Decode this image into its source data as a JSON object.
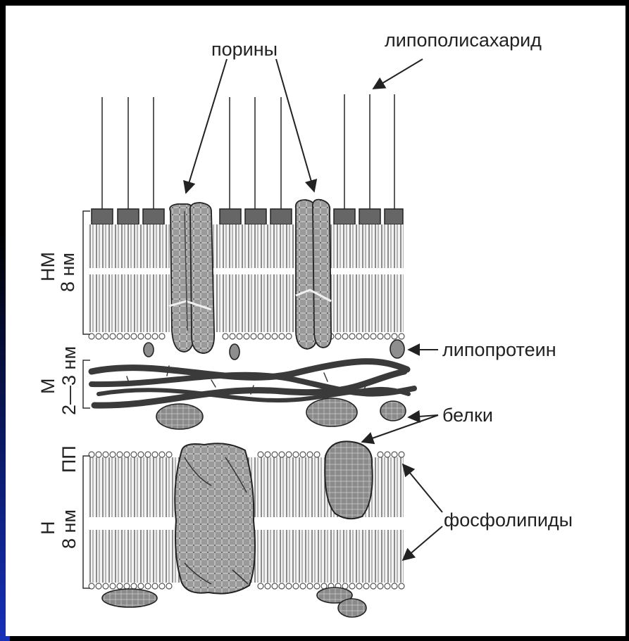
{
  "labels": {
    "porins": "порины",
    "lps": "липополисахарид",
    "lipoprotein": "липопротеин",
    "proteins": "белки",
    "phospholipids": "фосфолипиды"
  },
  "side_labels": {
    "outer_membrane": "НМ",
    "outer_thickness": "8 нм",
    "murein": "М",
    "murein_thickness": "2—3 нм",
    "periplasm": "ПП",
    "inner_membrane": "Н",
    "inner_thickness": "8 нм"
  },
  "colors": {
    "background": "#000000",
    "panel": "#ffffff",
    "ink": "#222222",
    "protein_fill": "#8e8e8e",
    "strand": "#3a3a3a"
  }
}
